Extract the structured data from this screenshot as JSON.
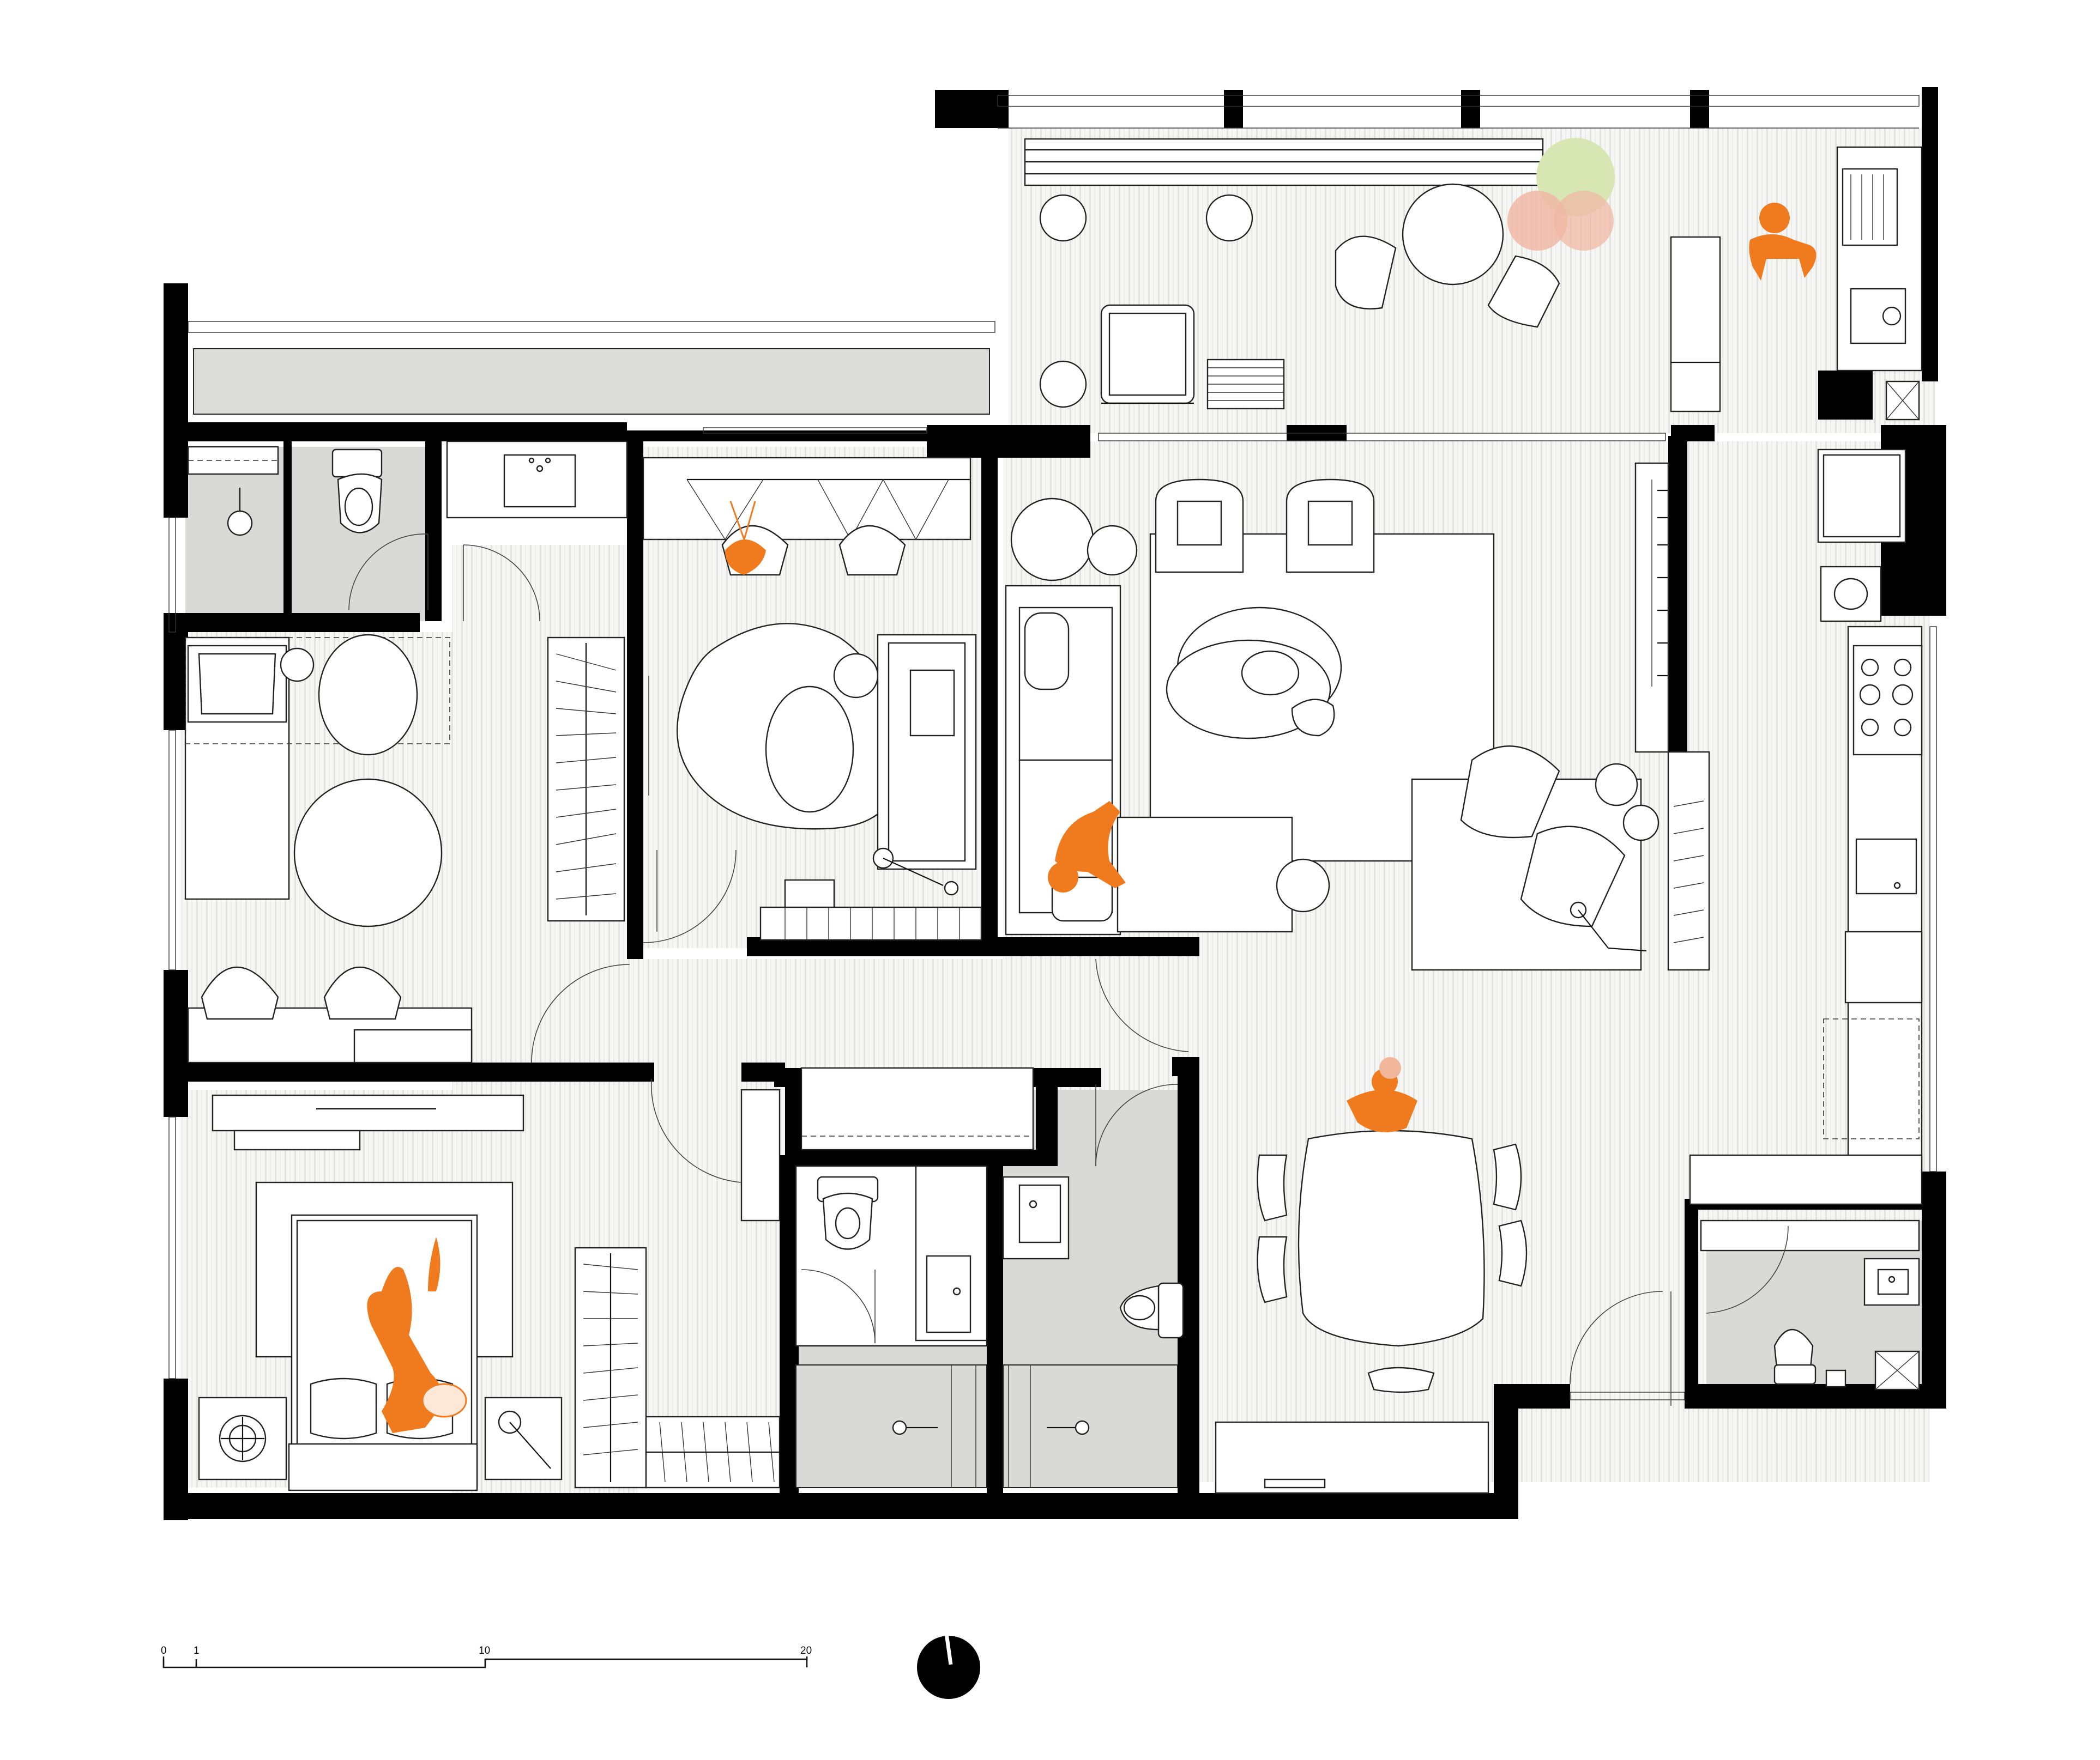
{
  "scale_bar": {
    "ticks": [
      "0",
      "1",
      "10",
      "20"
    ]
  },
  "colors": {
    "wall": "#000000",
    "floor_stripe": "#e3e3e1",
    "wet_area": "#d9d9d7",
    "people": "#f07a1e",
    "plant_green": "#d8e6b4",
    "plant_pink": "#f0b8a4"
  },
  "icons": {
    "north": "north-arrow-icon"
  }
}
